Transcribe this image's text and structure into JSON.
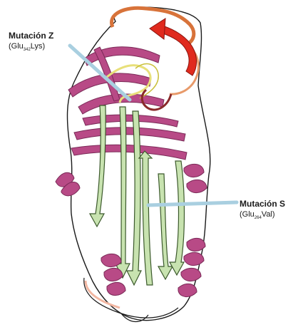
{
  "colors": {
    "helix": "#b84a86",
    "helix_dark": "#7a2a57",
    "strand_green": "#c8e3b0",
    "strand_green_edge": "#3c5a2c",
    "strand_pink": "#b84a86",
    "loop_dark": "#1a1a1a",
    "loop_fill": "#f2b7a2",
    "loop_yellow": "#e8e07a",
    "arrow_red": "#e02a1e",
    "callout_line": "#a9cfe0"
  },
  "callouts": {
    "z": {
      "title": "Mutación Z",
      "sub_pre": "(Glu",
      "sub_num": "342",
      "sub_post": "Lys)"
    },
    "s": {
      "title": "Mutación S",
      "sub_pre": "(Glu",
      "sub_num": "264",
      "sub_post": "Val)"
    }
  }
}
